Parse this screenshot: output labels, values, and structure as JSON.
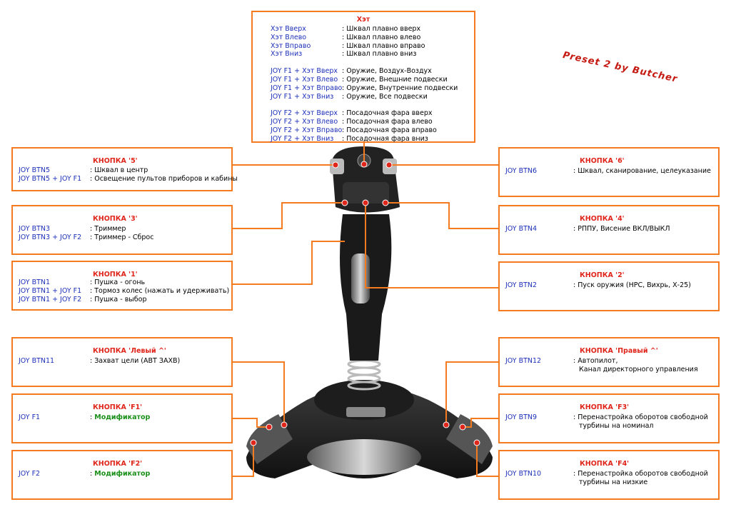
{
  "preset": "Preset 2 by Butcher",
  "colors": {
    "frame": "#f47b20",
    "title": "#e0251b",
    "key": "#1c2fb8",
    "modifier": "#1a8f1a"
  },
  "hat": {
    "title": "Хэт",
    "rows": [
      {
        "key": "Хэт Вверх",
        "value": ": Шквал плавно вверх"
      },
      {
        "key": "Хэт Влево",
        "value": ": Шквал плавно влево"
      },
      {
        "key": "Хэт Вправо",
        "value": ": Шквал плавно вправо"
      },
      {
        "key": "Хэт Вниз",
        "value": ": Шквал плавно вниз"
      },
      {
        "key": "JOY F1 + Хэт Вверх",
        "value": ": Оружие, Воздух-Воздух"
      },
      {
        "key": "JOY F1 + Хэт Влево",
        "value": ": Оружие, Внешние подвески"
      },
      {
        "key": "JOY F1 + Хэт Вправо",
        "value": ": Оружие, Внутренние подвески"
      },
      {
        "key": "JOY F1 + Хэт Вниз",
        "value": ": Оружие, Все подвески"
      },
      {
        "key": "JOY F2 + Хэт Вверх",
        "value": ": Посадочная фара вверх"
      },
      {
        "key": "JOY F2 + Хэт Влево",
        "value": ": Посадочная фара влево"
      },
      {
        "key": "JOY F2 + Хэт Вправо",
        "value": ": Посадочная фара вправо"
      },
      {
        "key": "JOY F2 + Хэт Вниз",
        "value": ": Посадочная фара вниз"
      }
    ]
  },
  "boxes": {
    "b5": {
      "title": "КНОПКА '5'",
      "rows": [
        {
          "key": "JOY BTN5",
          "value": ": Шквал в центр"
        },
        {
          "key": "JOY BTN5 + JOY F1",
          "value": ": Освещение пультов приборов и кабины"
        }
      ]
    },
    "b3": {
      "title": "КНОПКА '3'",
      "rows": [
        {
          "key": "JOY BTN3",
          "value": ": Триммер"
        },
        {
          "key": "JOY BTN3 + JOY F2",
          "value": ": Триммер - Сброс"
        }
      ]
    },
    "b1": {
      "title": "КНОПКА '1'",
      "rows": [
        {
          "key": "JOY BTN1",
          "value": ": Пушка - огонь"
        },
        {
          "key": "JOY BTN1 + JOY F1",
          "value": ": Тормоз колес (нажать и удерживать)"
        },
        {
          "key": "JOY BTN1 + JOY F2",
          "value": ": Пушка - выбор"
        }
      ]
    },
    "b11": {
      "title": "КНОПКА 'Левый ^'",
      "rows": [
        {
          "key": "JOY BTN11",
          "value": ": Захват цели (АВТ ЗАХВ)"
        }
      ]
    },
    "bf1": {
      "title": "КНОПКА 'F1'",
      "rows": [
        {
          "key": "JOY F1",
          "value": ": Модификатор"
        }
      ]
    },
    "bf2": {
      "title": "КНОПКА 'F2'",
      "rows": [
        {
          "key": "JOY F2",
          "value": ": Модификатор"
        }
      ]
    },
    "b6": {
      "title": "КНОПКА '6'",
      "rows": [
        {
          "key": "JOY BTN6",
          "value": ": Шквал, сканирование, целеуказание"
        }
      ]
    },
    "b4": {
      "title": "КНОПКА '4'",
      "rows": [
        {
          "key": "JOY BTN4",
          "value": ": РППУ, Висение ВКЛ/ВЫКЛ"
        }
      ]
    },
    "b2": {
      "title": "КНОПКА '2'",
      "rows": [
        {
          "key": "JOY BTN2",
          "value": ": Пуск оружия (НРС, Вихрь, Х-25)"
        }
      ]
    },
    "b12": {
      "title": "КНОПКА 'Правый ^'",
      "rows": [
        {
          "key": "JOY BTN12",
          "value": ": Автопилот,"
        },
        {
          "key": "",
          "value": "Канал директорного управления"
        }
      ]
    },
    "bf3": {
      "title": "КНОПКА 'F3'",
      "rows": [
        {
          "key": "JOY BTN9",
          "value": ": Перенастройка оборотов свободной"
        },
        {
          "key": "",
          "value": "турбины на номинал"
        }
      ]
    },
    "bf4": {
      "title": "КНОПКА 'F4'",
      "rows": [
        {
          "key": "JOY BTN10",
          "value": ": Перенастройка оборотов свободной"
        },
        {
          "key": "",
          "value": "турбины на низкие"
        }
      ]
    }
  }
}
